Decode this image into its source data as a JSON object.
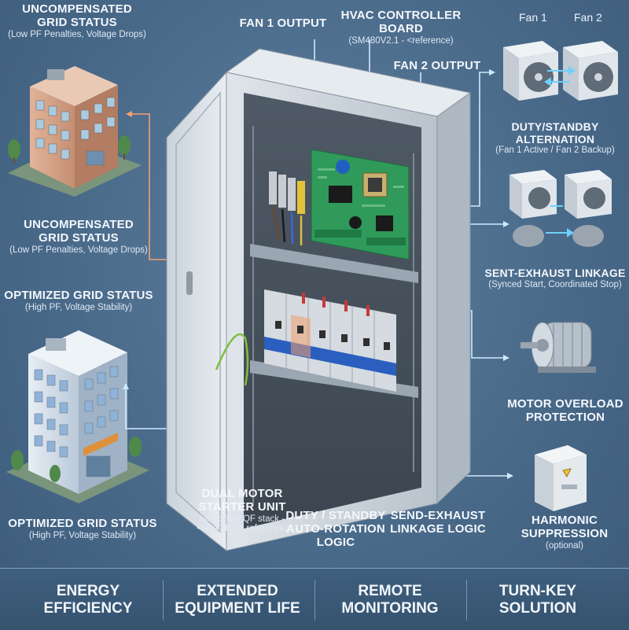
{
  "labels": {
    "uncomp_top_title": "UNCOMPENSATED\nGRID STATUS",
    "uncomp_top_sub": "(Low PF Penalties, Voltage Drops)",
    "uncomp_mid_title": "UNCOMPENSATED\nGRID STATUS",
    "uncomp_mid_sub": "(Low PF Penalties, Voltage Drops)",
    "opt_top_title": "OPTIMIZED GRID STATUS",
    "opt_top_sub": "(High PF, Voltage Stability)",
    "opt_bottom_title": "OPTIMIZED GRID STATUS",
    "opt_bottom_sub": "(High PF, Voltage Stability)",
    "fan1_output": "FAN 1 OUTPUT",
    "controller_title": "HVAC CONTROLLER BOARD",
    "controller_sub": "(SM480V2.1 - <reference)",
    "fan2_output": "FAN 2 OUTPUT",
    "fan1_tag": "Fan 1",
    "fan2_tag": "Fan 2",
    "duty_standby_title": "DUTY/STANDBY ALTERNATION",
    "duty_standby_sub": "(Fan 1 Active / Fan 2 Backup)",
    "linkage_title": "SENT-EXHAUST LINKAGE",
    "linkage_sub": "(Synced Start, Coordinated Stop)",
    "overload_title": "MOTOR OVERLOAD\nPROTECTION",
    "harmonic_title": "HARMONIC\nSUPPRESSION",
    "harmonic_sub": "(optional)",
    "starter_title": "DUAL MOTOR\nSTARTER UNIT",
    "starter_sub": "(simplified QF stack -\n<IMAGE 1> reference)",
    "rotation_title": "DUTY / STANDBY\nAUTO-ROTATION\nLOGIC",
    "send_exhaust_title": "SEND-EXHAUST\nLINKAGE LOGIC"
  },
  "footer": {
    "items": [
      "ENERGY\nEFFICIENCY",
      "EXTENDED\nEQUIPMENT LIFE",
      "REMOTE\nMONITORING",
      "TURN-KEY\nSOLUTION"
    ]
  },
  "colors": {
    "background": "#4a6a8a",
    "callout_line": "#cfe9ff",
    "warning_line": "#f0a070",
    "pcb_green": "#2f9a5a",
    "breaker_blue": "#2a5fc0"
  }
}
